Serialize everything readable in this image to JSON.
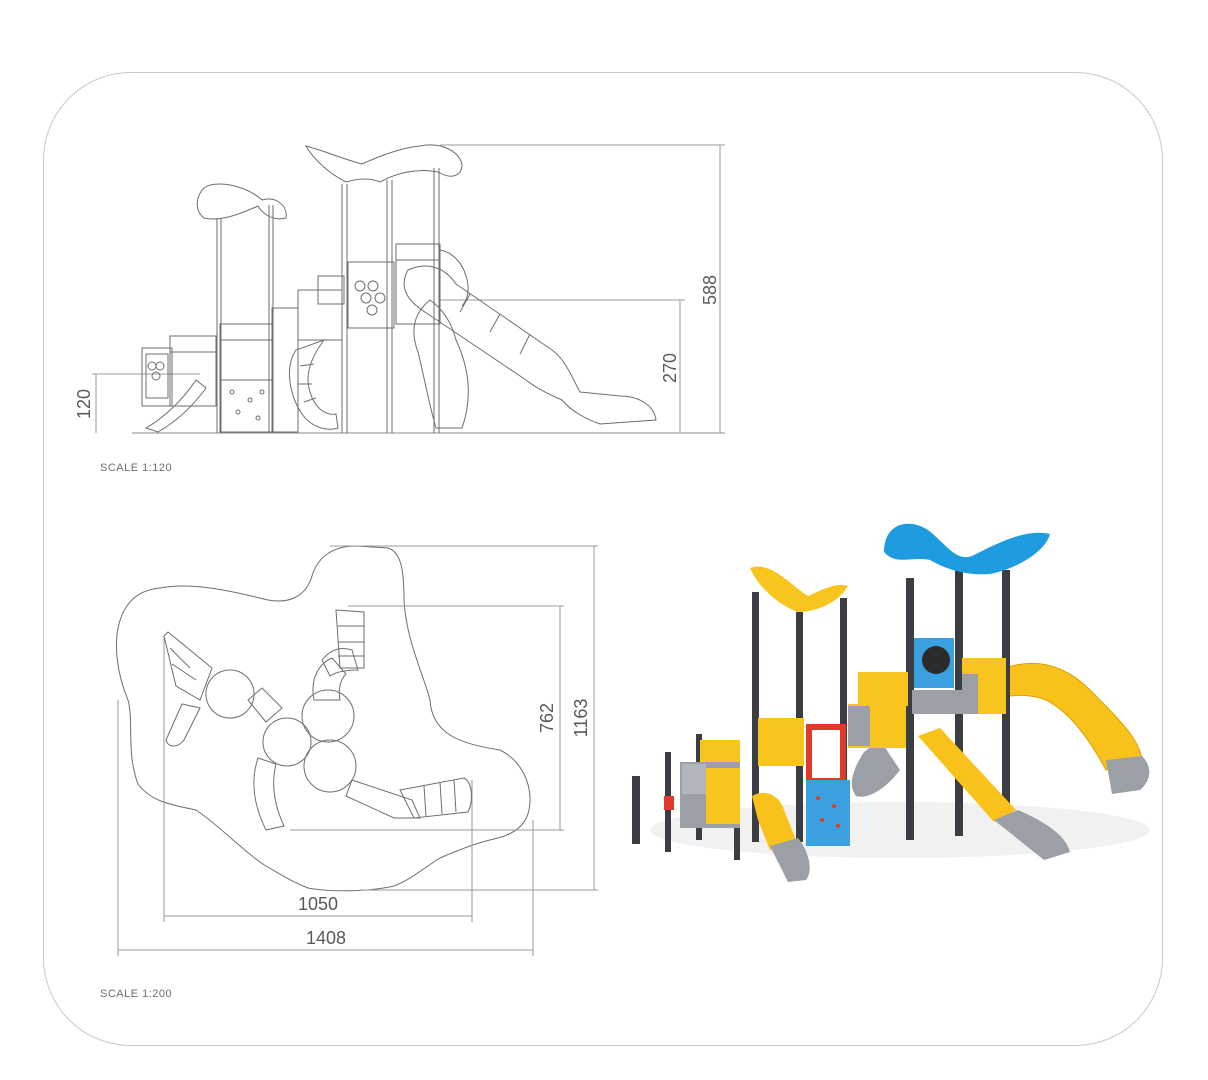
{
  "elevation": {
    "scale_label": "SCALE 1:120",
    "dimensions": {
      "total_height": "588",
      "platform_height": "270",
      "low_platform_height": "120"
    }
  },
  "plan": {
    "scale_label": "SCALE 1:200",
    "dimensions": {
      "inner_depth": "762",
      "outer_depth": "1163",
      "inner_width": "1050",
      "outer_width": "1408"
    }
  },
  "render": {
    "roof_yellow": "#f7c51e",
    "roof_blue": "#1f9be0",
    "slide_yellow": "#f9c21a",
    "slide_grey": "#9aa0a6",
    "post_dark": "#3a3d42",
    "panel_blue": "#3aa0e0"
  }
}
